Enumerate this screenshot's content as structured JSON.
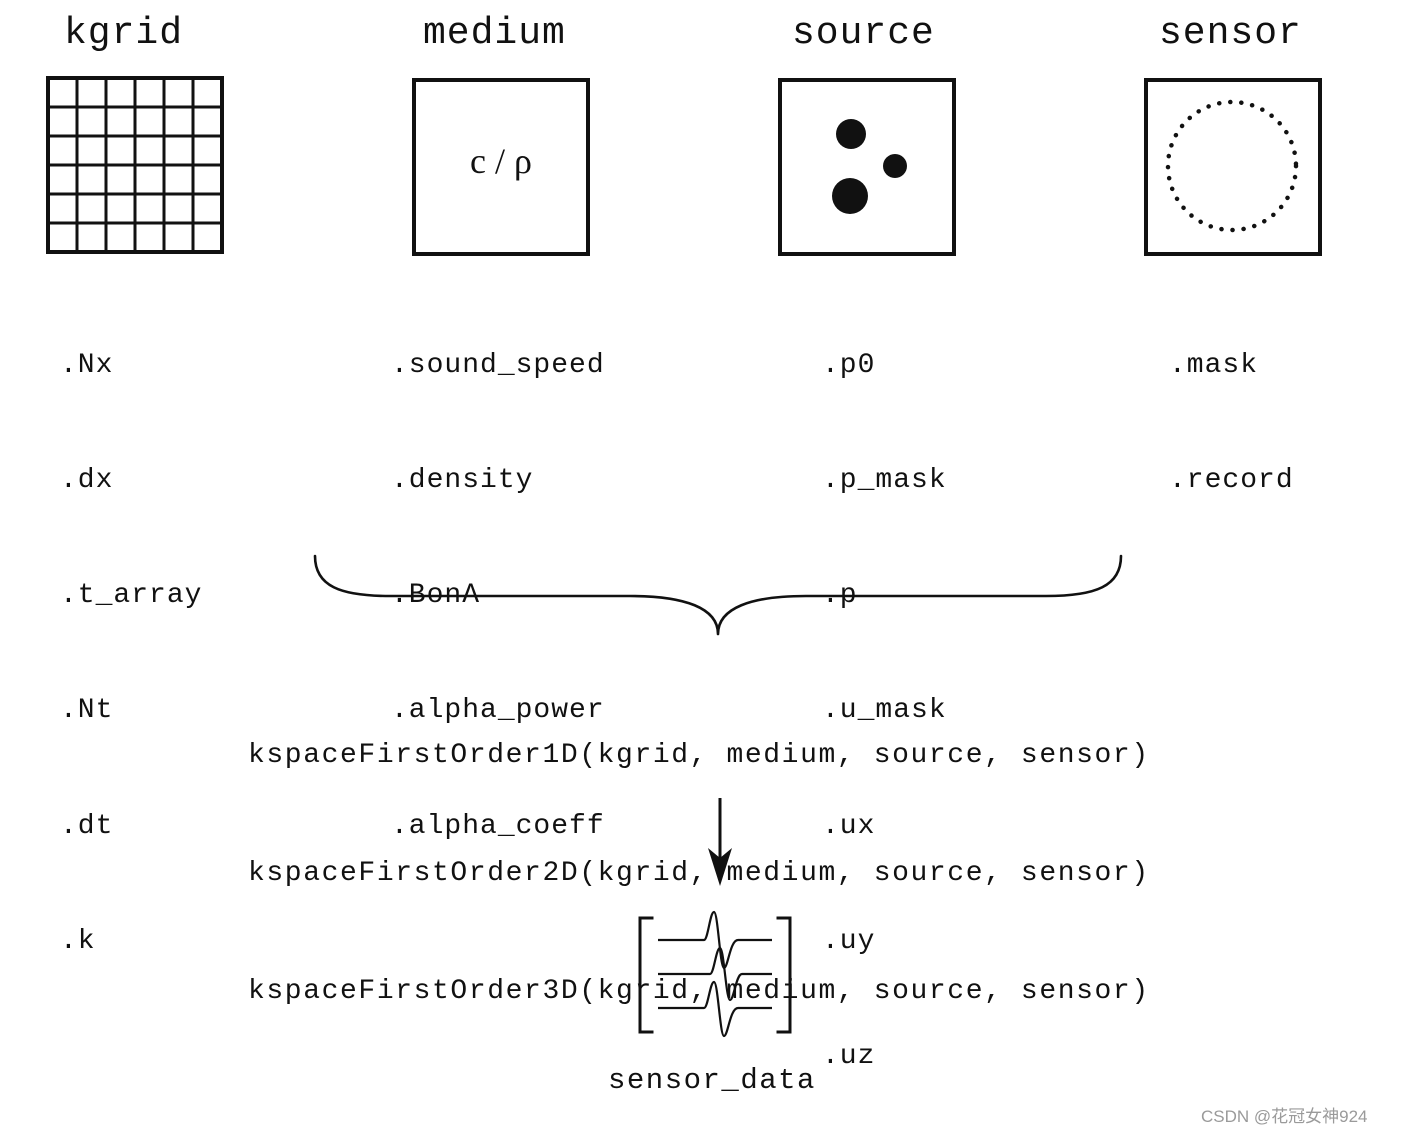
{
  "columns": {
    "kgrid": {
      "title": "kgrid",
      "properties": [
        ".Nx",
        ".dx",
        ".t_array",
        ".Nt",
        ".dt",
        ".k"
      ]
    },
    "medium": {
      "title": "medium",
      "symbol": "c / ρ",
      "properties": [
        ".sound_speed",
        ".density",
        ".BonA",
        ".alpha_power",
        ".alpha_coeff"
      ]
    },
    "source": {
      "title": "source",
      "properties": [
        ".p0",
        ".p_mask",
        ".p",
        ".u_mask",
        ".ux",
        ".uy",
        ".uz"
      ]
    },
    "sensor": {
      "title": "sensor",
      "properties": [
        ".mask",
        ".record"
      ]
    }
  },
  "functions": [
    "kspaceFirstOrder1D(kgrid, medium, source, sensor)",
    "kspaceFirstOrder2D(kgrid, medium, source, sensor)",
    "kspaceFirstOrder3D(kgrid, medium, source, sensor)"
  ],
  "output": {
    "label": "sensor_data"
  },
  "watermark": "CSDN @花冠女神924",
  "colors": {
    "ink": "#111111",
    "watermark": "#9a9a9a",
    "background": "#ffffff"
  },
  "icons": {
    "kgrid": "grid-icon",
    "medium": "medium-box-icon",
    "source": "source-dots-icon",
    "sensor": "dotted-circle-icon",
    "output": "signal-traces-icon"
  }
}
